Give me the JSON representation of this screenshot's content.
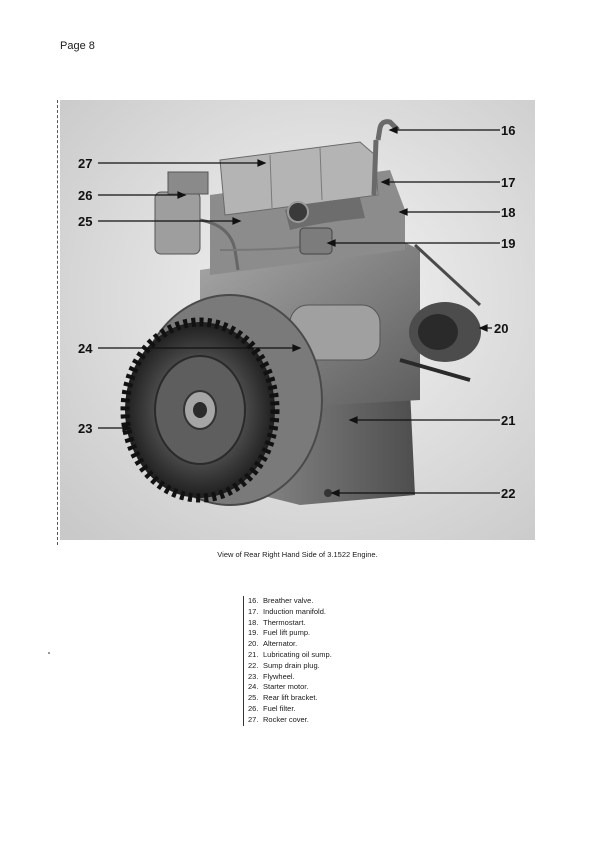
{
  "page": {
    "number_label": "Page 8"
  },
  "figure": {
    "caption": "View of Rear Right Hand Side of 3.1522 Engine.",
    "callouts": {
      "c16": "16",
      "c17": "17",
      "c18": "18",
      "c19": "19",
      "c20": "20",
      "c21": "21",
      "c22": "22",
      "c23": "23",
      "c24": "24",
      "c25": "25",
      "c26": "26",
      "c27": "27"
    }
  },
  "legend": [
    {
      "num": "16.",
      "text": "Breather valve."
    },
    {
      "num": "17.",
      "text": "Induction manifold."
    },
    {
      "num": "18.",
      "text": "Thermostart."
    },
    {
      "num": "19.",
      "text": "Fuel lift pump."
    },
    {
      "num": "20.",
      "text": "Alternator."
    },
    {
      "num": "21.",
      "text": "Lubricating oil sump."
    },
    {
      "num": "22.",
      "text": "Sump drain plug."
    },
    {
      "num": "23.",
      "text": "Flywheel."
    },
    {
      "num": "24.",
      "text": "Starter motor."
    },
    {
      "num": "25.",
      "text": "Rear lift bracket."
    },
    {
      "num": "26.",
      "text": "Fuel filter."
    },
    {
      "num": "27.",
      "text": "Rocker cover."
    }
  ]
}
